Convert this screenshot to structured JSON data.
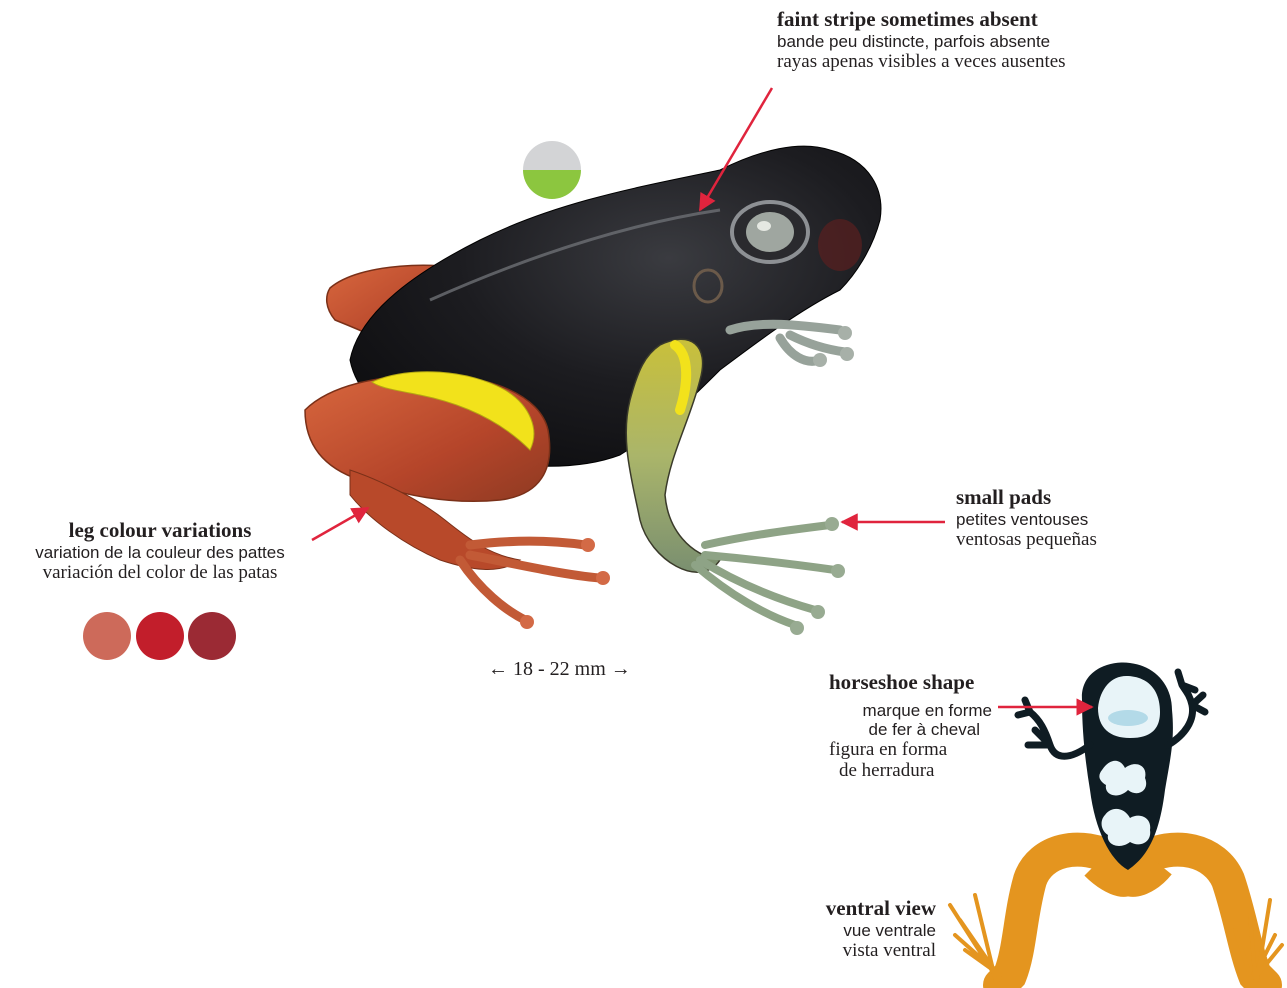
{
  "labels": {
    "stripe": {
      "en": "faint stripe sometimes absent",
      "fr": "bande peu distincte, parfois absente",
      "es": "rayas apenas visibles a veces ausentes"
    },
    "leg": {
      "en": "leg colour variations",
      "fr": "variation de la couleur des pattes",
      "es": "variación del color de las patas"
    },
    "pads": {
      "en": "small pads",
      "fr": "petites ventouses",
      "es": "ventosas pequeñas"
    },
    "horseshoe": {
      "en": "horseshoe shape",
      "fr_1": "marque en forme",
      "fr_2": "de fer à cheval",
      "es_1": "figura en forma",
      "es_2": "de herradura"
    },
    "ventral": {
      "en": "ventral view",
      "fr": "vue ventrale",
      "es": "vista ventral"
    },
    "size": "← 18 - 22 mm →"
  },
  "colors": {
    "stripe_swatch_top": "#d3d4d6",
    "stripe_swatch_bottom": "#8cc63f",
    "leg_swatches": [
      "#cd6a5a",
      "#c21e2b",
      "#9b2a34"
    ],
    "arrow": "#e0243d",
    "frog_body": "#1a1a1e",
    "frog_leg": "#c2502a",
    "frog_flank_stripe": "#f2e21b",
    "ventral_body": "#0f1c23",
    "ventral_legs": "#e4951f",
    "ventral_mark": "#e8f4f8"
  }
}
